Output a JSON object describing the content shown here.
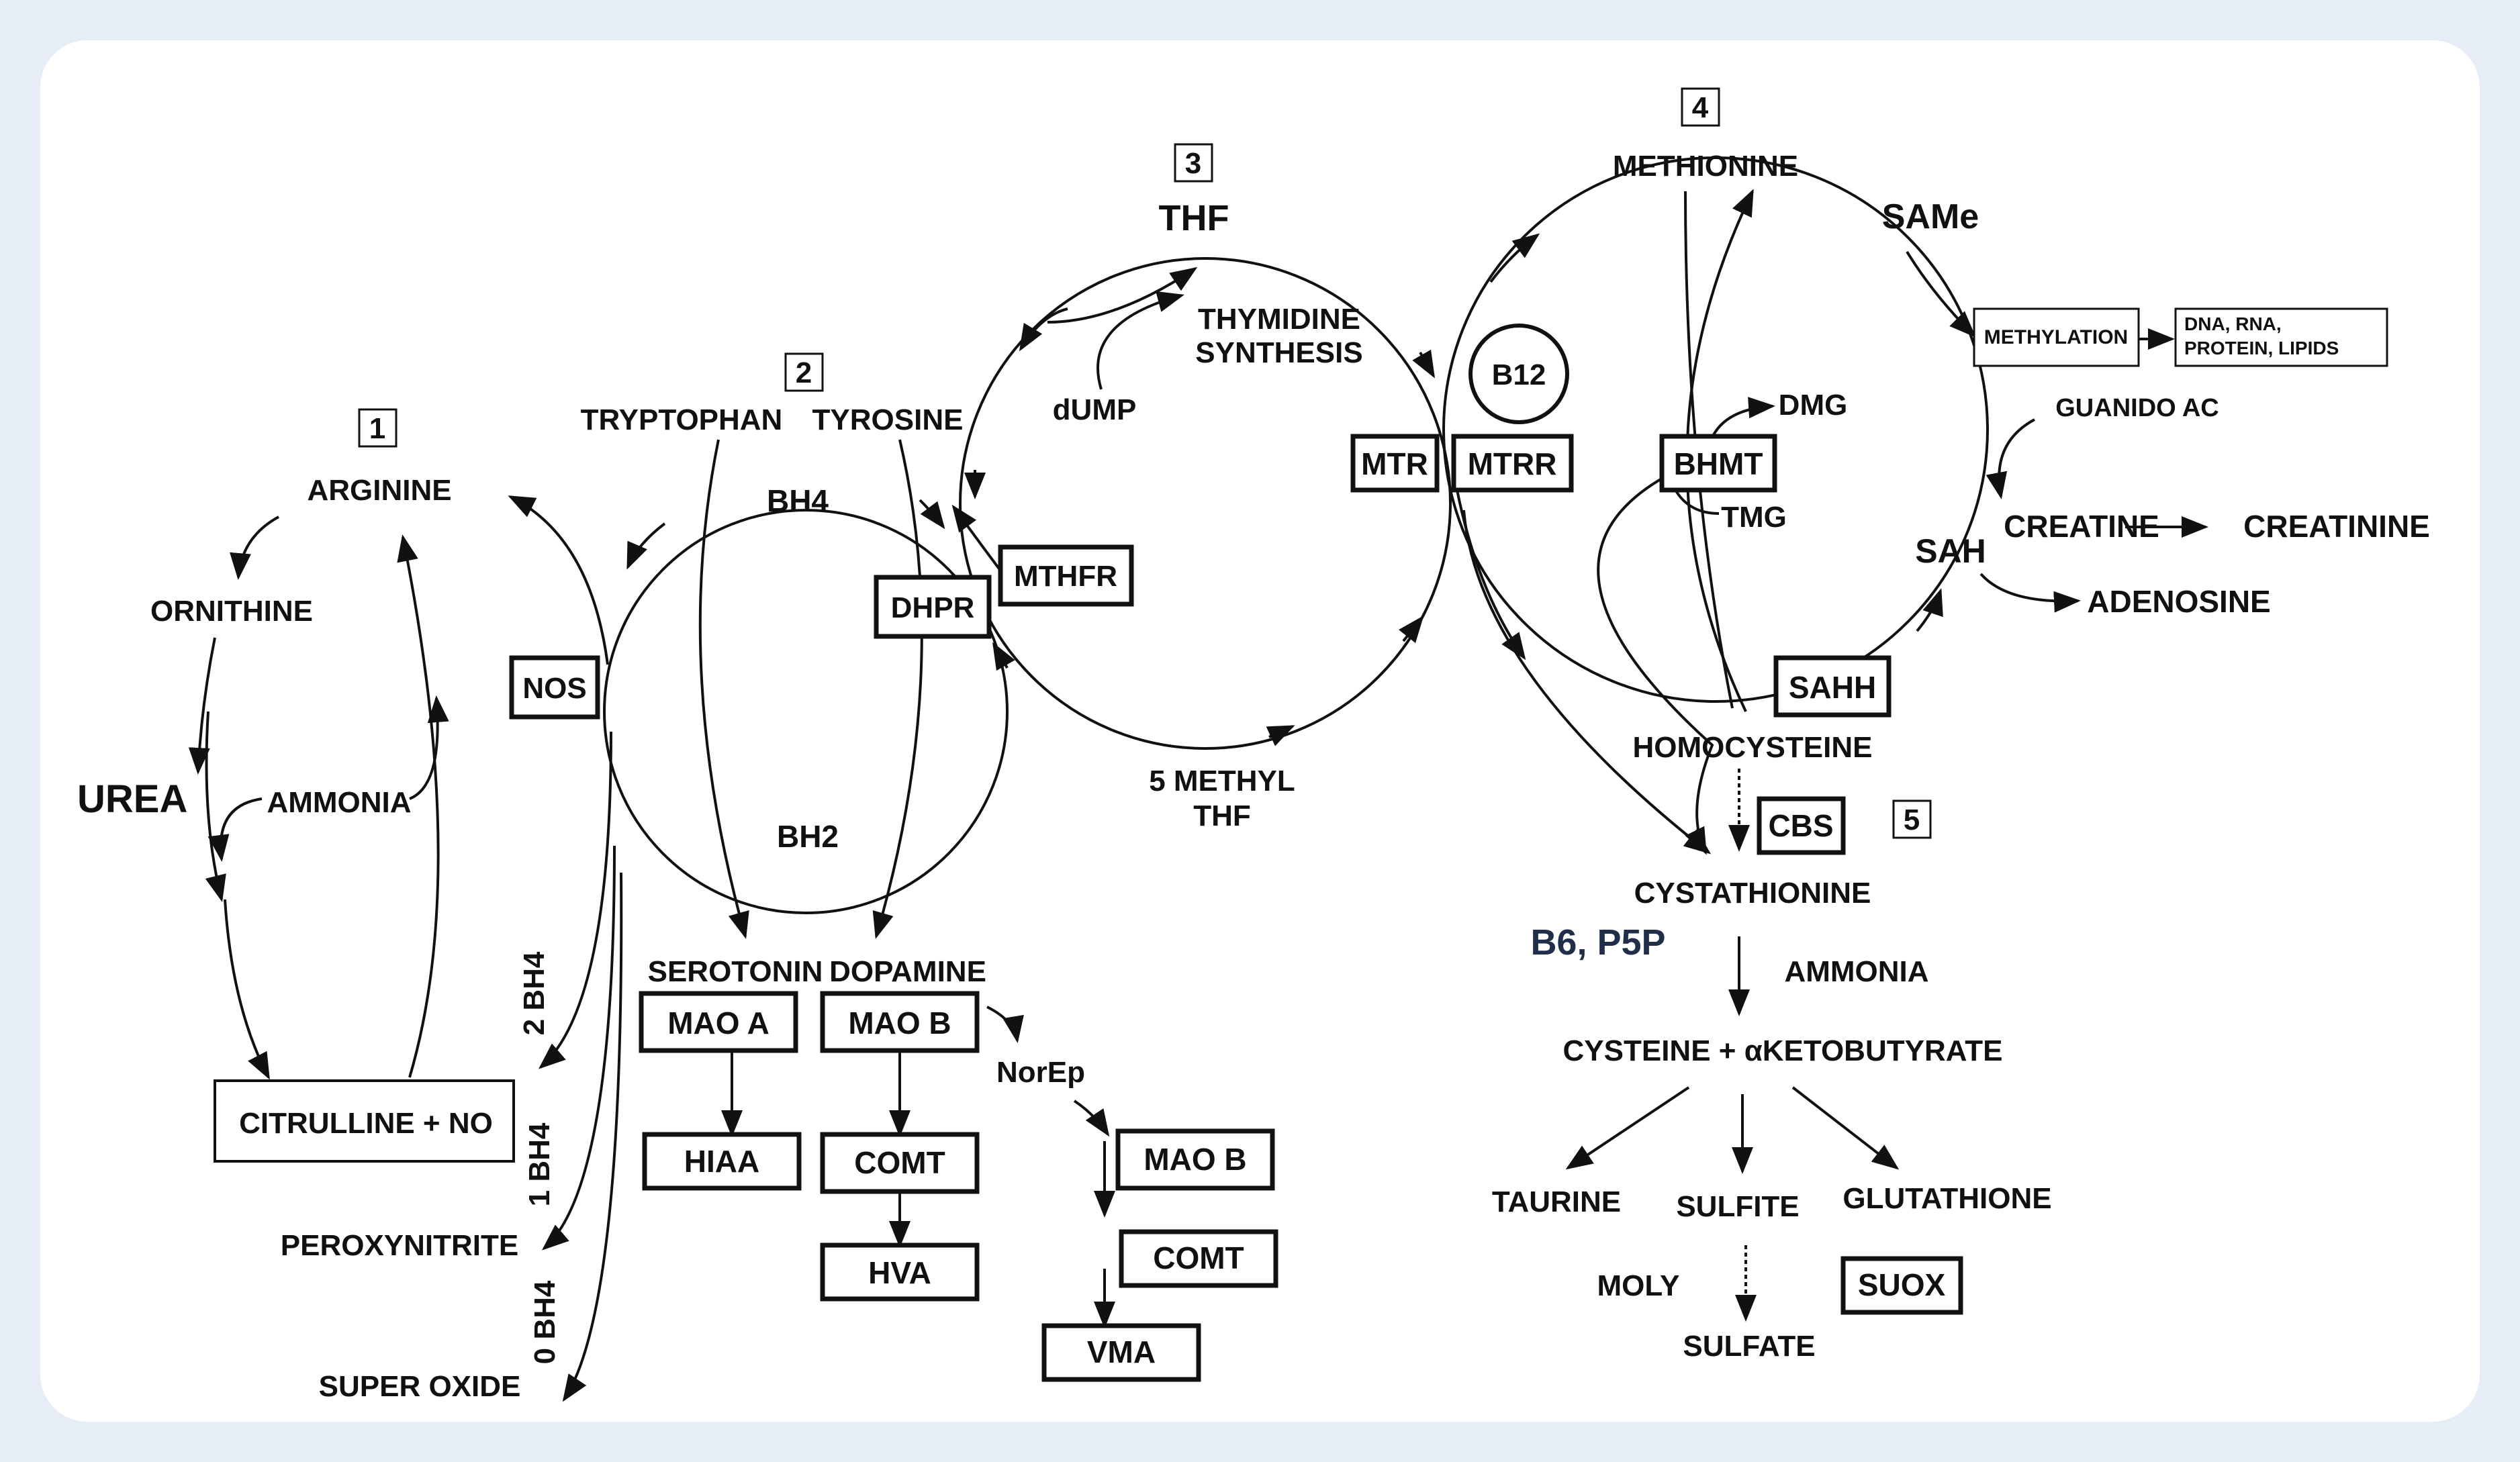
{
  "colors": {
    "page_bg": "#e6edf6",
    "panel_bg": "#ffffff",
    "ink": "#111111",
    "accent_text": "#1f2f4a"
  },
  "section_numbers": [
    "1",
    "2",
    "3",
    "4",
    "5"
  ],
  "cycle1": {
    "arginine": "ARGININE",
    "ornithine": "ORNITHINE",
    "urea": "UREA",
    "ammonia": "AMMONIA",
    "citrulline_no": "CITRULLINE + NO",
    "nos": "NOS",
    "bh4_2": "2 BH4",
    "bh4_1": "1 BH4",
    "bh4_0": "0 BH4",
    "peroxynitrite": "PEROXYNITRITE",
    "super_oxide": "SUPER OXIDE"
  },
  "cycle2": {
    "tryptophan": "TRYPTOPHAN",
    "tyrosine": "TYROSINE",
    "bh4": "BH4",
    "bh2": "BH2",
    "dhpr": "DHPR",
    "serotonin": "SEROTONIN",
    "dopamine": "DOPAMINE",
    "mao_a": "MAO A",
    "mao_b": "MAO B",
    "hiaa": "HIAA",
    "comt": "COMT",
    "hva": "HVA",
    "norep": "NorEp",
    "mao_b_2": "MAO B",
    "comt_2": "COMT",
    "vma": "VMA"
  },
  "cycle3": {
    "thf": "THF",
    "thymidine_1": "THYMIDINE",
    "thymidine_2": "SYNTHESIS",
    "dump": "dUMP",
    "mthfr": "MTHFR",
    "methyl_thf_1": "5 METHYL",
    "methyl_thf_2": "THF"
  },
  "cycle4": {
    "methionine": "METHIONINE",
    "same": "SAMe",
    "methylation": "METHYLATION",
    "dna_1": "DNA, RNA,",
    "dna_2": "PROTEIN, LIPIDS",
    "b12": "B12",
    "mtr": "MTR",
    "mtrr": "MTRR",
    "dmg": "DMG",
    "bhmt": "BHMT",
    "tmg": "TMG",
    "guanido": "GUANIDO AC",
    "creatine": "CREATINE",
    "creatinine": "CREATININE",
    "sah": "SAH",
    "adenosine": "ADENOSINE",
    "sahh": "SAHH",
    "homocysteine": "HOMOCYSTEINE"
  },
  "cycle5": {
    "cbs": "CBS",
    "cystathionine": "CYSTATHIONINE",
    "b6": "B6, P5P",
    "ammonia": "AMMONIA",
    "cysteine": "CYSTEINE + αKETOBUTYRATE",
    "taurine": "TAURINE",
    "sulfite": "SULFITE",
    "glutathione": "GLUTATHIONE",
    "moly": "MOLY",
    "suox": "SUOX",
    "sulfate": "SULFATE"
  }
}
